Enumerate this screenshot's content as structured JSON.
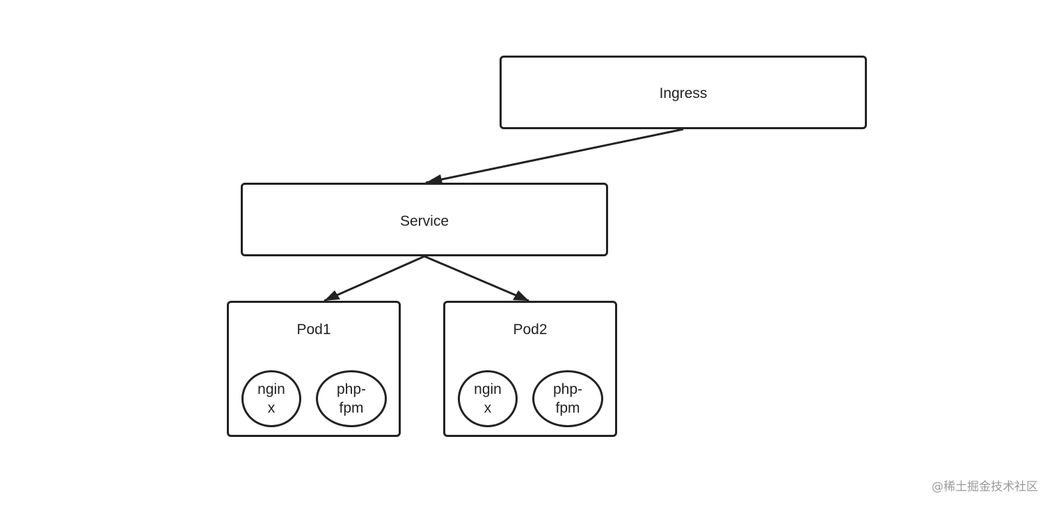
{
  "diagram": {
    "nodes": {
      "ingress": {
        "label": "Ingress"
      },
      "service": {
        "label": "Service"
      },
      "pods": [
        {
          "title": "Pod1",
          "containers": [
            {
              "label": "ngin\nx"
            },
            {
              "label": "php-\nfpm"
            }
          ]
        },
        {
          "title": "Pod2",
          "containers": [
            {
              "label": "ngin\nx"
            },
            {
              "label": "php-\nfpm"
            }
          ]
        }
      ]
    },
    "edges": [
      {
        "from": "Ingress",
        "to": "Service"
      },
      {
        "from": "Service",
        "to": "Pod1"
      },
      {
        "from": "Service",
        "to": "Pod2"
      }
    ]
  },
  "watermark": "@稀土掘金技术社区",
  "colors": {
    "stroke": "#222222",
    "background": "#ffffff",
    "watermark": "#9a9a9a"
  }
}
